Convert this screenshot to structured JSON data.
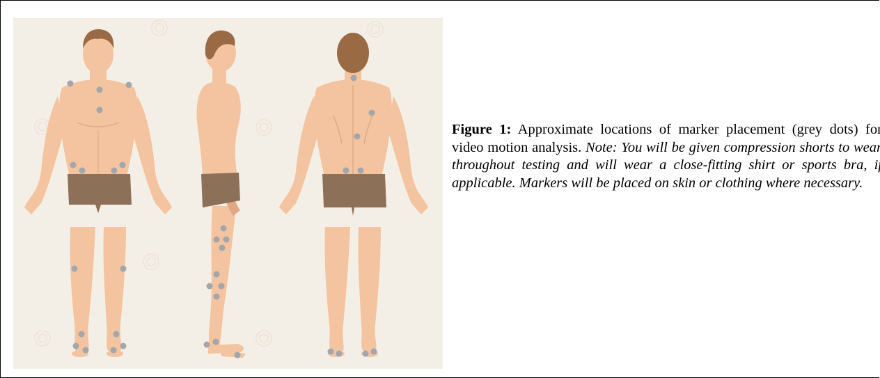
{
  "figure": {
    "label": "Figure 1:",
    "caption_text": " Approximate locations of marker placement (grey dots) for video motion analysis. ",
    "caption_note": "Note: You will be given compression shorts to wear throughout testing and will wear a close-fitting shirt or sports bra, if applicable. Markers will be placed on skin or clothing where necessary.",
    "colors": {
      "background": "#f4efe6",
      "skin": "#f3c49f",
      "skin_shadow": "#e0a983",
      "hair": "#9a6a45",
      "shorts": "#8d7058",
      "marker": "#a3a6ab"
    },
    "views": [
      "front",
      "side",
      "back"
    ]
  }
}
